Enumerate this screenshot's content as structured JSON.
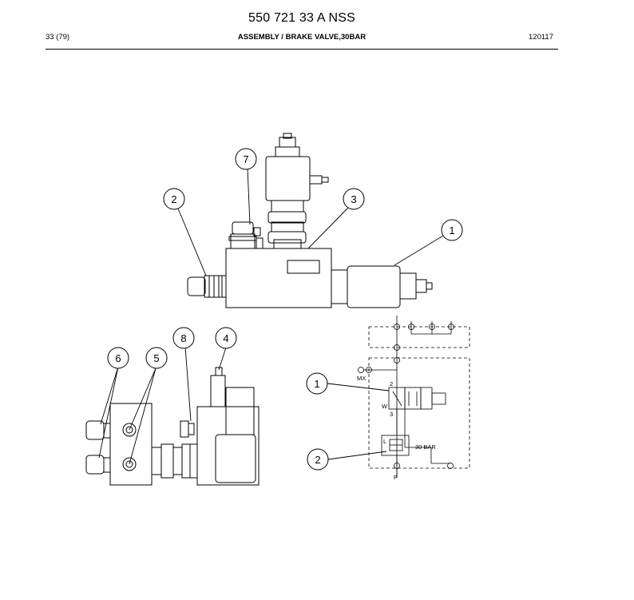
{
  "document": {
    "number": "550 721 33 A NSS",
    "page": "33 (79)",
    "title": "ASSEMBLY / BRAKE VALVE,30BAR",
    "date": "120117"
  },
  "callouts": {
    "top_view": [
      "7",
      "2",
      "3",
      "1"
    ],
    "side_view": [
      "6",
      "5",
      "8",
      "4"
    ],
    "schematic": [
      "1",
      "2"
    ]
  },
  "schematic_labels": {
    "pressure_setting": "30 BAR",
    "port_mx": "MX",
    "port_p": "P",
    "port_w": "W",
    "port_l": "L",
    "port_2": "2",
    "port_3": "3"
  }
}
